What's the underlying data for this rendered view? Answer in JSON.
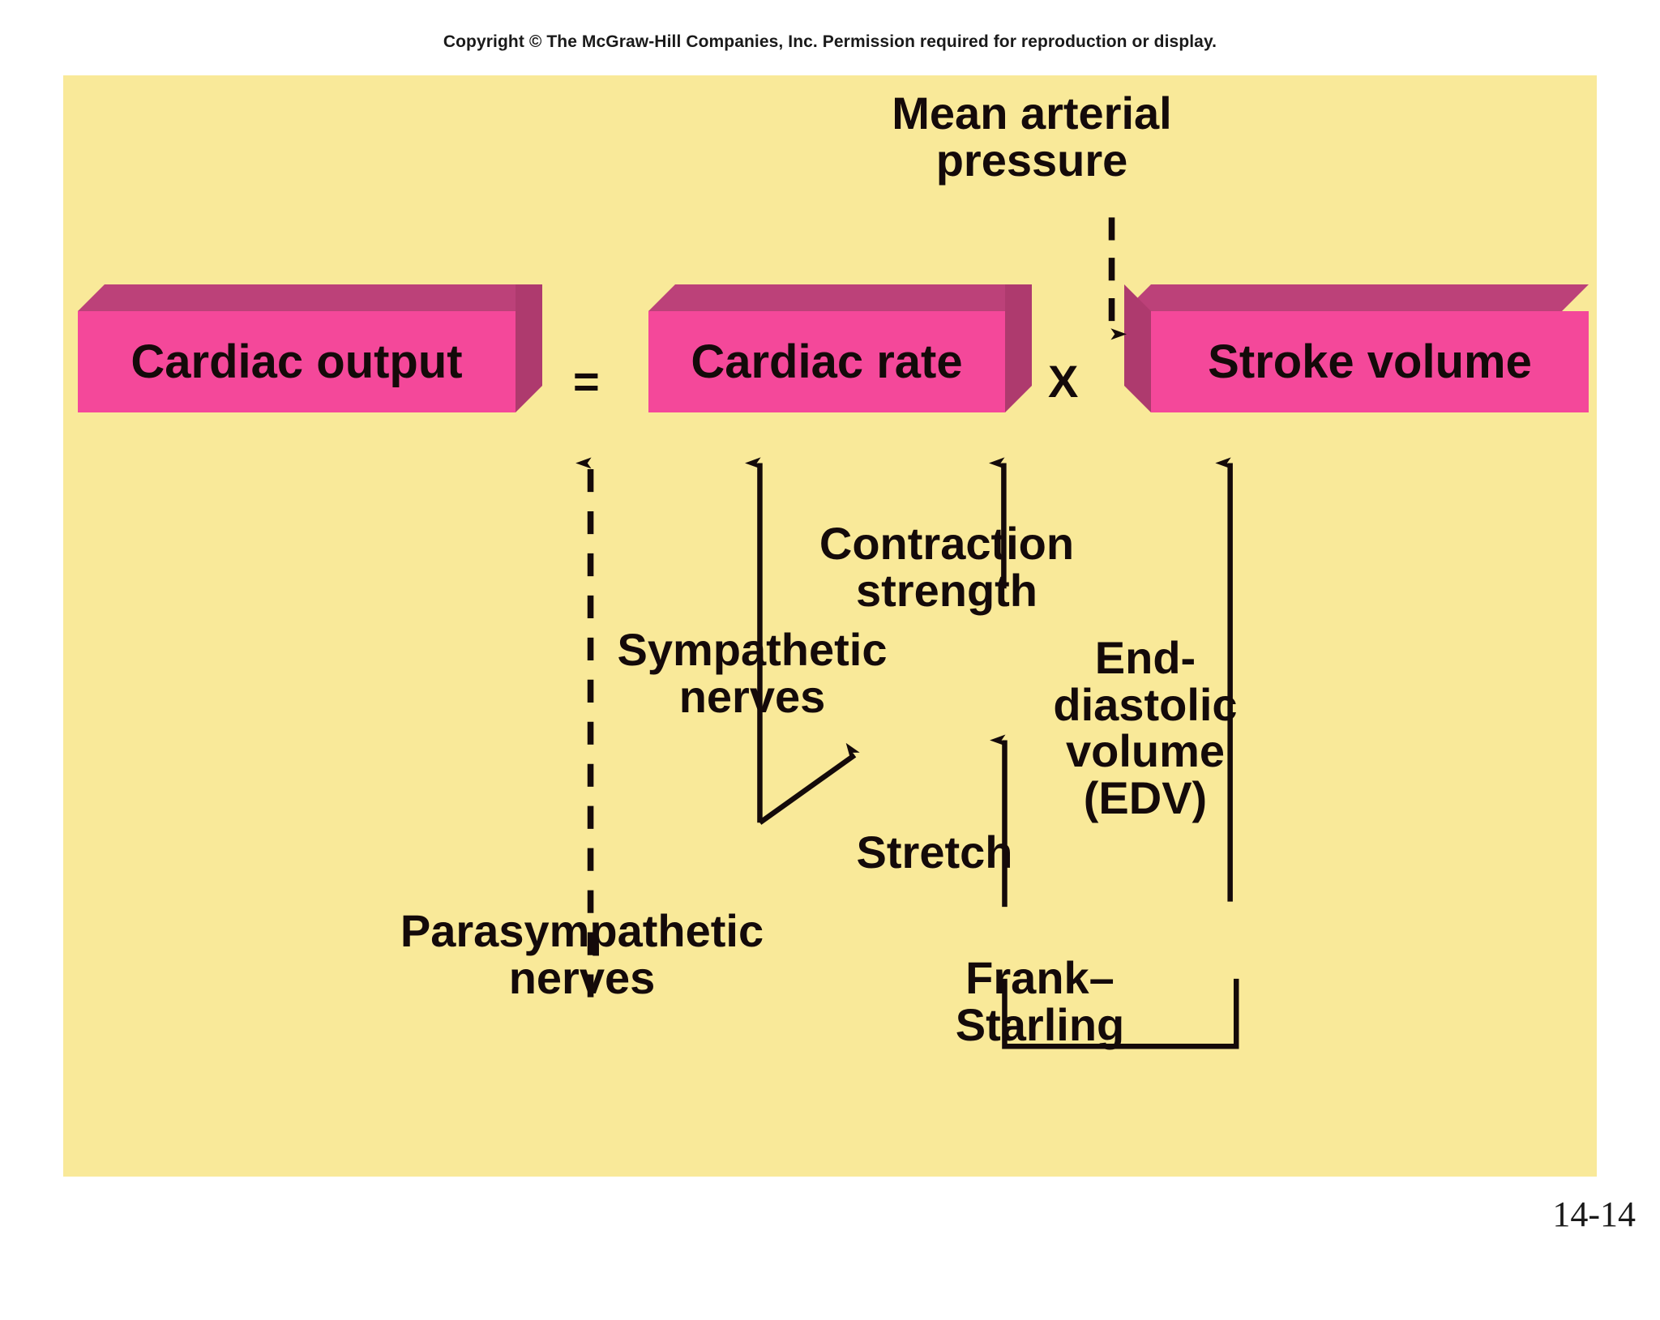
{
  "copyright": "Copyright © The McGraw-Hill Companies, Inc. Permission required for reproduction or display.",
  "page_number": "14-14",
  "colors": {
    "panel_background": "#F9E999",
    "box_front": "#F4489A",
    "box_top_bevel": "#BC4179",
    "box_side_bevel": "#AE3A6E",
    "text": "#140A0A",
    "arrow": "#140A0A"
  },
  "equation": {
    "boxes": [
      {
        "id": "cardiac-output",
        "label": "Cardiac output"
      },
      {
        "id": "cardiac-rate",
        "label": "Cardiac rate"
      },
      {
        "id": "stroke-volume",
        "label": "Stroke volume"
      }
    ],
    "operators": [
      {
        "id": "equals",
        "symbol": "="
      },
      {
        "id": "times",
        "symbol": "X"
      }
    ]
  },
  "labels": {
    "mean_arterial_pressure": "Mean arterial\npressure",
    "contraction_strength": "Contraction\nstrength",
    "sympathetic_nerves": "Sympathetic\nnerves",
    "parasympathetic_nerves": "Parasympathetic\nnerves",
    "stretch": "Stretch",
    "end_diastolic_volume": "End-\ndiastolic\nvolume\n(EDV)",
    "frank_starling": "Frank–\nStarling"
  },
  "arrows": [
    {
      "id": "mean-arterial-pressure-to-stroke-volume",
      "style": "dashed",
      "direction": "down",
      "from": "Mean arterial pressure",
      "to": "Stroke volume"
    },
    {
      "id": "parasympathetic-to-cardiac-rate",
      "style": "dashed",
      "direction": "up",
      "from": "Parasympathetic nerves",
      "to": "Cardiac rate"
    },
    {
      "id": "sympathetic-to-cardiac-rate",
      "style": "solid",
      "direction": "up",
      "from": "Sympathetic nerves",
      "to": "Cardiac rate"
    },
    {
      "id": "sympathetic-to-contraction-strength",
      "style": "solid",
      "direction": "up-right",
      "from": "Sympathetic nerves",
      "to": "Contraction strength"
    },
    {
      "id": "contraction-strength-to-stroke-volume",
      "style": "solid",
      "direction": "up",
      "from": "Contraction strength",
      "to": "Stroke volume"
    },
    {
      "id": "end-diastolic-volume-to-stroke-volume",
      "style": "solid",
      "direction": "up",
      "from": "End-diastolic volume (EDV)",
      "to": "Stroke volume"
    },
    {
      "id": "stretch-to-contraction-strength",
      "style": "solid",
      "direction": "up",
      "from": "Stretch",
      "to": "Contraction strength"
    }
  ],
  "brackets": [
    {
      "id": "frank-starling-bracket",
      "spans": [
        "Stretch",
        "End-diastolic volume (EDV)"
      ],
      "label": "Frank–Starling"
    }
  ]
}
